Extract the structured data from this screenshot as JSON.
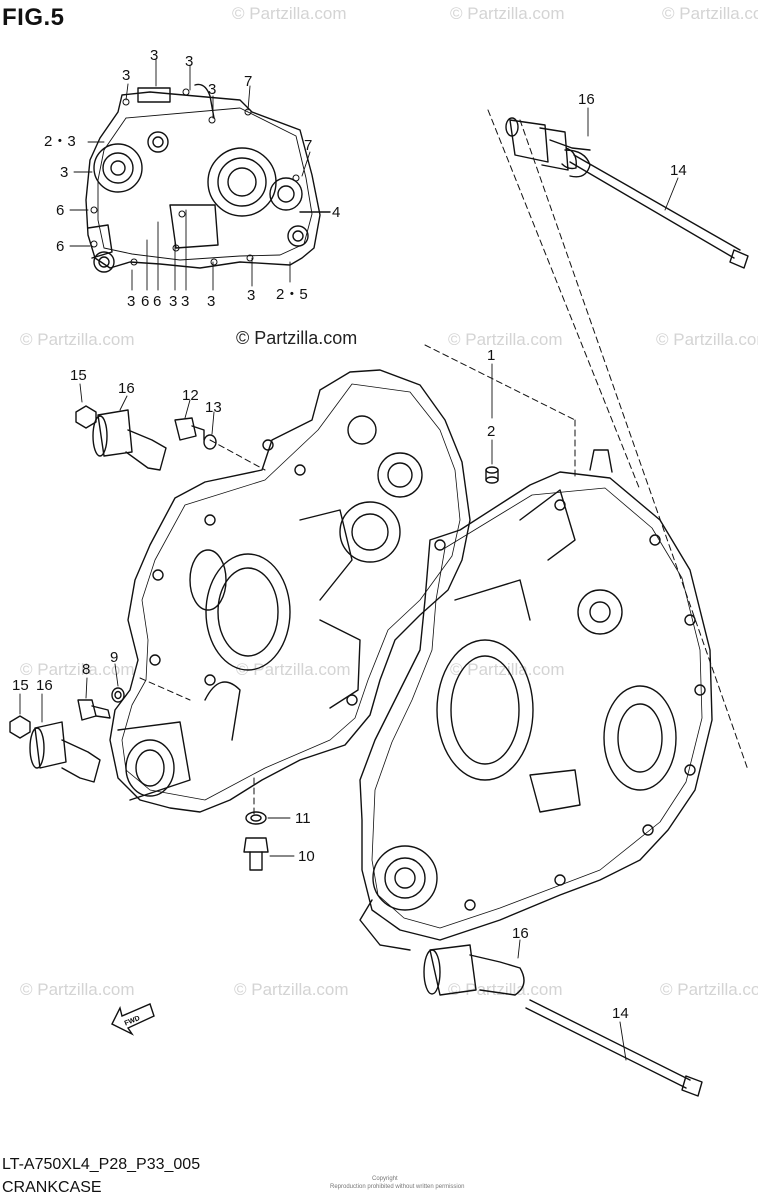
{
  "figure": {
    "title": "FIG.5",
    "model_code": "LT-A750XL4_P28_P33_005",
    "name": "CRANKCASE",
    "footer_line1": "Copyright",
    "footer_line2": "Reproduction prohibited without written permission",
    "watermark_text": "© Partzilla.com"
  },
  "callouts": [
    {
      "id": "c1",
      "label": "3"
    },
    {
      "id": "c2",
      "label": "3"
    },
    {
      "id": "c3",
      "label": "3"
    },
    {
      "id": "c4",
      "label": "3"
    },
    {
      "id": "c5",
      "label": "7"
    },
    {
      "id": "c6",
      "label": "2・3"
    },
    {
      "id": "c7",
      "label": "7"
    },
    {
      "id": "c8",
      "label": "3"
    },
    {
      "id": "c9",
      "label": "6"
    },
    {
      "id": "c10",
      "label": "4"
    },
    {
      "id": "c11",
      "label": "6"
    },
    {
      "id": "c12",
      "label": "3"
    },
    {
      "id": "c13",
      "label": "6"
    },
    {
      "id": "c14",
      "label": "6"
    },
    {
      "id": "c15",
      "label": "3"
    },
    {
      "id": "c16",
      "label": "3"
    },
    {
      "id": "c17",
      "label": "3"
    },
    {
      "id": "c18",
      "label": "3"
    },
    {
      "id": "c19",
      "label": "2・5"
    },
    {
      "id": "c20",
      "label": "16"
    },
    {
      "id": "c21",
      "label": "14"
    },
    {
      "id": "c22",
      "label": "1"
    },
    {
      "id": "c23",
      "label": "2"
    },
    {
      "id": "c24",
      "label": "15"
    },
    {
      "id": "c25",
      "label": "16"
    },
    {
      "id": "c26",
      "label": "12"
    },
    {
      "id": "c27",
      "label": "13"
    },
    {
      "id": "c28",
      "label": "9"
    },
    {
      "id": "c29",
      "label": "8"
    },
    {
      "id": "c30",
      "label": "15"
    },
    {
      "id": "c31",
      "label": "16"
    },
    {
      "id": "c32",
      "label": "11"
    },
    {
      "id": "c33",
      "label": "10"
    },
    {
      "id": "c34",
      "label": "16"
    },
    {
      "id": "c35",
      "label": "14"
    }
  ],
  "fwd_label": "FWD"
}
